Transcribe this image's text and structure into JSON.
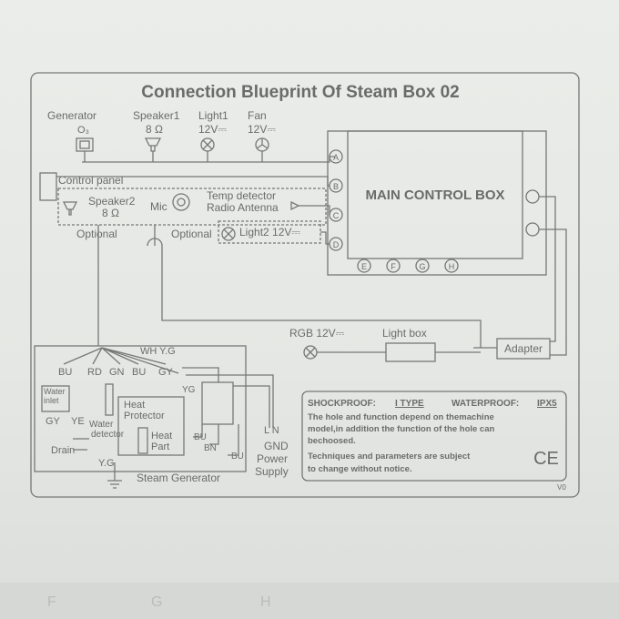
{
  "title": "Connection Blueprint  Of Steam Box 02",
  "top_components": [
    {
      "name": "Generator",
      "value": "O₃"
    },
    {
      "name": "Speaker1",
      "value": "8 Ω"
    },
    {
      "name": "Light1",
      "value": "12V⎓"
    },
    {
      "name": "Fan",
      "value": "12V⎓"
    }
  ],
  "control_panel": "Control panel",
  "speaker2": {
    "name": "Speaker2",
    "value": "8 Ω",
    "note": "Optional"
  },
  "mic": "Mic",
  "temp_detector": "Temp detector",
  "radio_antenna": "Radio Antenna",
  "light2": {
    "name": "Light2 12V⎓",
    "note": "Optional"
  },
  "main_box": "MAIN CONTROL BOX",
  "left_ports": [
    "A",
    "B",
    "C",
    "D"
  ],
  "bottom_ports": [
    "E",
    "F",
    "G",
    "H"
  ],
  "rgb": "RGB 12V⎓",
  "light_box": "Light box",
  "adapter": "Adapter",
  "generator_labels": {
    "wh_yg": "WH Y.G",
    "wires": [
      "BU",
      "RD",
      "GN",
      "BU",
      "GY"
    ],
    "water_inlet": [
      "Water",
      "inlet"
    ],
    "gy": "GY",
    "ye": "YE",
    "yg_right": "YG",
    "water_detector": [
      "Water",
      "detector"
    ],
    "drain": "Drain",
    "heat_protector": [
      "Heat",
      "Protector"
    ],
    "heat_part": [
      "Heat",
      "Part"
    ],
    "bu2": "BU",
    "bn": "BN",
    "bu3": "BU",
    "yg_bottom": "Y.G",
    "steam_generator": "Steam Generator"
  },
  "power": {
    "ln": "L  N",
    "lines": [
      "GND",
      "Power",
      "Supply"
    ]
  },
  "notes": {
    "shockproof_label": "SHOCKPROOF:",
    "shockproof_value": "I TYPE",
    "waterproof_label": "WATERPROOF:",
    "waterproof_value": "IPX5",
    "lines": [
      "The hole and function depend on themachine",
      "model,in addition the function of the hole can",
      "bechoosed.",
      "Techniques and parameters are subject",
      "to change without notice."
    ],
    "ce": "CE",
    "version": "V0"
  },
  "base_letters": [
    "F",
    "G",
    "H"
  ]
}
